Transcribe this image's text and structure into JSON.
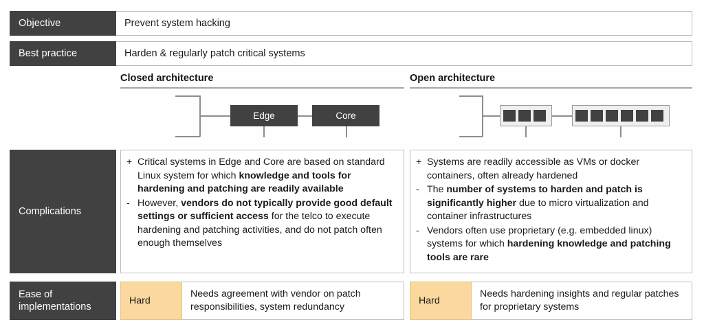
{
  "header_rows": [
    {
      "label": "Objective",
      "value": "Prevent system hacking"
    },
    {
      "label": "Best practice",
      "value": "Harden & regularly patch critical systems"
    }
  ],
  "architectures": {
    "closed": {
      "title": "Closed architecture",
      "nodes": [
        {
          "label": "Edge"
        },
        {
          "label": "Core"
        }
      ]
    },
    "open": {
      "title": "Open architecture",
      "groups": [
        {
          "cells": 3
        },
        {
          "cells": 6
        }
      ]
    }
  },
  "complications": {
    "label": "Complications",
    "closed": [
      {
        "marker": "+",
        "parts": [
          {
            "text": "Critical systems in Edge and Core are based on standard Linux system for which ",
            "bold": false
          },
          {
            "text": "knowledge and tools for hardening and patching are readily available",
            "bold": true
          }
        ]
      },
      {
        "marker": "-",
        "parts": [
          {
            "text": "However, ",
            "bold": false
          },
          {
            "text": "vendors do not typically provide good default settings or sufficient access",
            "bold": true
          },
          {
            "text": " for the telco to execute hardening and patching activities, and do not patch often enough themselves",
            "bold": false
          }
        ]
      }
    ],
    "open": [
      {
        "marker": "+",
        "parts": [
          {
            "text": "Systems are readily accessible as VMs or docker containers, often already hardened",
            "bold": false
          }
        ]
      },
      {
        "marker": "-",
        "parts": [
          {
            "text": "The ",
            "bold": false
          },
          {
            "text": "number of systems to harden and patch is significantly higher",
            "bold": true
          },
          {
            "text": " due to micro virtualization and container infrastructures",
            "bold": false
          }
        ]
      },
      {
        "marker": "-",
        "parts": [
          {
            "text": "Vendors often use proprietary (e.g. embedded linux) systems for which ",
            "bold": false
          },
          {
            "text": "hardening knowledge and patching tools are rare",
            "bold": true
          }
        ]
      }
    ]
  },
  "ease": {
    "label": "Ease of implementations",
    "closed": {
      "badge": "Hard",
      "text": "Needs agreement with vendor on patch responsibilities, system redundancy"
    },
    "open": {
      "badge": "Hard",
      "text": "Needs hardening insights and regular patches for proprietary systems"
    }
  },
  "colors": {
    "dark_panel": "#414141",
    "badge_hard": "#fbd89d",
    "border": "#bdbdbd",
    "rule": "#a6a6a6",
    "connector": "#8d8d8d"
  }
}
